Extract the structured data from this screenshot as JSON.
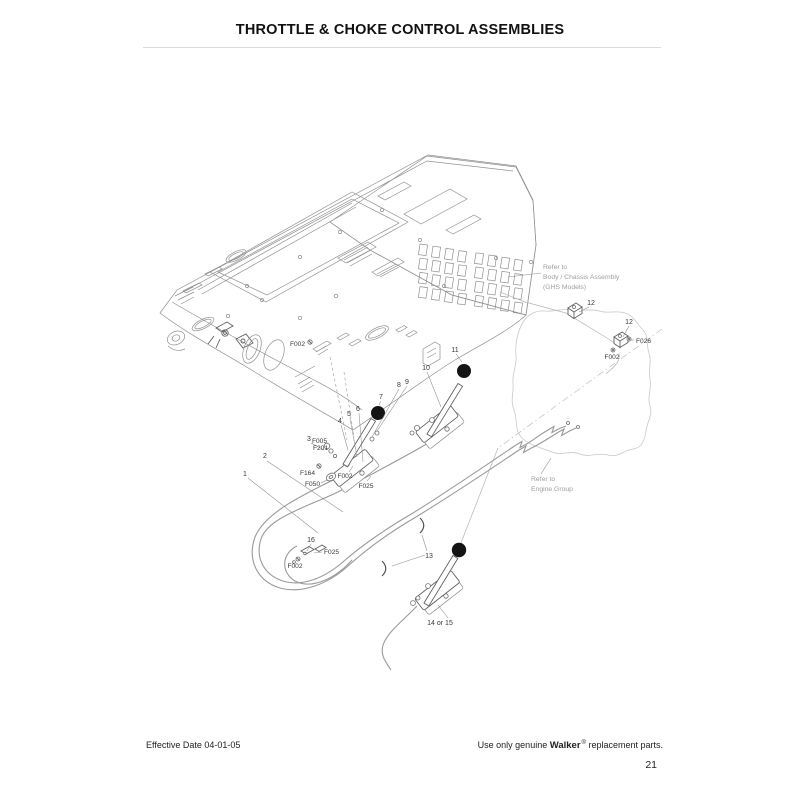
{
  "page": {
    "title": "THROTTLE & CHOKE CONTROL ASSEMBLIES",
    "footer": {
      "effective_date": "Effective Date 04-01-05",
      "genuine_prefix": "Use only genuine ",
      "brand": "Walker",
      "registered_mark": "®",
      "genuine_suffix": " replacement parts.",
      "page_number": "21"
    }
  },
  "diagram": {
    "notes": {
      "body_chassis_line1": "Refer to",
      "body_chassis_line2": "Body / Chassis Assembly",
      "body_chassis_line3": "(GHS Models)",
      "engine_line1": "Refer to",
      "engine_line2": "Engine Group"
    },
    "callouts": {
      "c1": "1",
      "c2": "2",
      "c3": "3",
      "c4": "4",
      "c5": "5",
      "c6": "6",
      "c7": "7",
      "c8": "8",
      "c9": "9",
      "c10": "10",
      "c11": "11",
      "c12a": "12",
      "c12b": "12",
      "c13": "13",
      "c16": "16",
      "c14or15": "14 or 15"
    },
    "part_labels": {
      "body_f002": "F002",
      "f005": "F005",
      "f201": "F201",
      "f164": "F164",
      "f050": "F050",
      "lever_f002": "F002",
      "lever_f025": "F025",
      "cable_f025": "F025",
      "cable_f002": "F002",
      "engine_f026": "F026",
      "engine_f002": "F002"
    },
    "colors": {
      "line_gray": "#909090",
      "note_gray": "#9e9e9e",
      "knob_black": "#141414"
    }
  }
}
